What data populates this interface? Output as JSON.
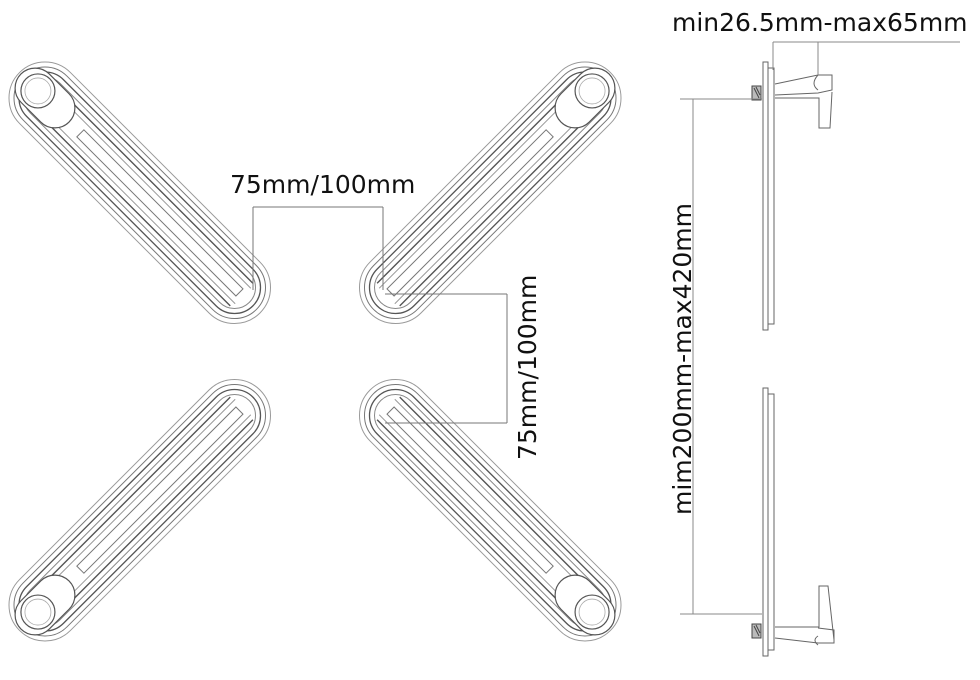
{
  "diagram": {
    "subject": "VESA adapter bracket — front view (X-shaped arms) and side view",
    "labels": {
      "horizontal_spacing": "75mm/100mm",
      "vertical_spacing": "75mm/100mm",
      "depth_range": "min26.5mm-max65mm",
      "height_range": "mim200mm-max420mm"
    },
    "parts": {
      "front_view": {
        "arms": [
          "top-left",
          "top-right",
          "bottom-left",
          "bottom-right"
        ],
        "arm_feature": "slotted arm with round knob/spacer at outer end"
      },
      "side_view": {
        "components": [
          "upper plate",
          "lower plate",
          "screw",
          "hook bracket"
        ]
      }
    },
    "colors": {
      "line": "#555555",
      "line_light": "#9a9a9a",
      "text": "#111111",
      "background": "#ffffff"
    }
  }
}
